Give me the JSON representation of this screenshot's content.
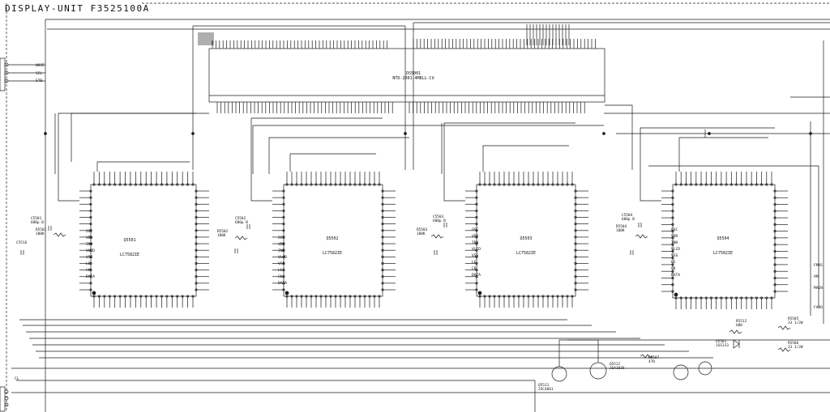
{
  "title": "DISPLAY-UNIT  F3525100A",
  "lcd": {
    "ref": "DS5001",
    "part": "NTD-2001-4MBLL-CU"
  },
  "ics": [
    {
      "id": "ic1",
      "ref": "Q5501",
      "part": "LC7582IE"
    },
    {
      "id": "ic2",
      "ref": "Q5502",
      "part": "LC7582IE"
    },
    {
      "id": "ic3",
      "ref": "Q5503",
      "part": "LC7582IE"
    },
    {
      "id": "ic4",
      "ref": "Q5504",
      "part": "LC7582IE"
    }
  ],
  "ic_pins": [
    "OSC",
    "VDD",
    "INH",
    "VLCD",
    "VSS",
    "LE",
    "CK",
    "DATA"
  ],
  "left_connector": [
    "WOSE",
    "SCL",
    "STB"
  ],
  "components": [
    {
      "id": "c5501",
      "text": "C5501\n680p B"
    },
    {
      "id": "r5501",
      "text": "R5501\n100K"
    },
    {
      "id": "c5516",
      "text": "C5516"
    },
    {
      "id": "c5502",
      "text": "C5502\n680p B"
    },
    {
      "id": "r5502",
      "text": "R5502\n100K"
    },
    {
      "id": "c5503",
      "text": "C5503\n680p B"
    },
    {
      "id": "r5503",
      "text": "R5503\n100K"
    },
    {
      "id": "c5504",
      "text": "C5504\n680p B"
    },
    {
      "id": "r5504",
      "text": "R5504\n100K"
    },
    {
      "id": "r5512",
      "text": "R5512\n680"
    },
    {
      "id": "r5505",
      "text": "R5505\n33 1/2W"
    },
    {
      "id": "r5506",
      "text": "R5506\n33 1/2W"
    },
    {
      "id": "q5511",
      "text": "Q5511\n2SC4061"
    },
    {
      "id": "q5512",
      "text": "Q5512\n2SA1036"
    },
    {
      "id": "d5501",
      "text": "D5501\n1SS133"
    },
    {
      "id": "r5507",
      "text": "R5507\n470"
    }
  ],
  "right_labels": [
    "FMRS",
    "AM",
    "MAIN",
    "FADO"
  ],
  "bottom_left": "CL",
  "colors": {
    "ink": "#1a1a1a",
    "bg": "#ffffff"
  }
}
